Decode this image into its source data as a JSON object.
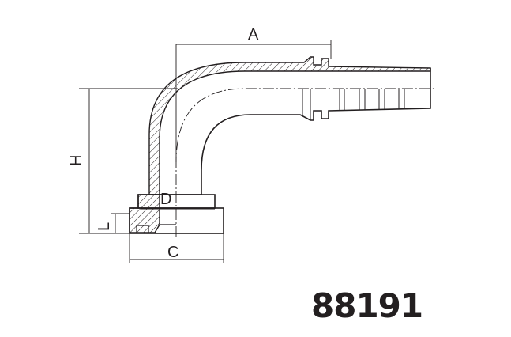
{
  "drawing": {
    "dimension_labels": {
      "a": "A",
      "h": "H",
      "d": "D",
      "l": "L",
      "c": "C"
    },
    "part_number": "88191",
    "line_color": "#231f20"
  }
}
